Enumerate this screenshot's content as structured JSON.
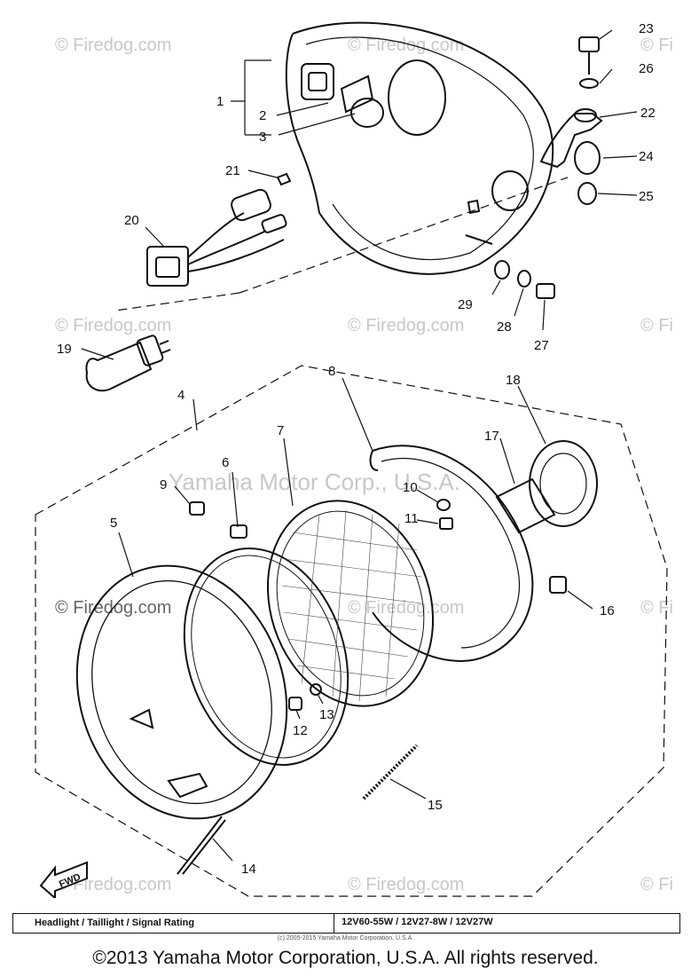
{
  "watermarks": [
    "© Firedog.com",
    "© Firedog.com",
    "© Fi",
    "© Firedog.com",
    "© Firedog.com",
    "© Fi",
    "© Firedog.com",
    "© Firedog.com",
    "© Fi",
    "© Firedog.com",
    "© Firedog.com",
    "© Fi",
    "Yamaha Motor Corp., U.S.A."
  ],
  "callouts": [
    "1",
    "2",
    "3",
    "4",
    "5",
    "6",
    "7",
    "8",
    "9",
    "10",
    "11",
    "12",
    "13",
    "14",
    "15",
    "16",
    "17",
    "18",
    "19",
    "20",
    "21",
    "22",
    "23",
    "24",
    "25",
    "26",
    "27",
    "28",
    "29"
  ],
  "fwd_label": "FWD",
  "rating_table": {
    "label": "Headlight / Taillight / Signal Rating",
    "value": "12V60-55W / 12V27-8W / 12V27W"
  },
  "small_copyright": "(c) 2005-2015 Yamaha Motor Corporation, U.S.A.",
  "copyright": "©2013 Yamaha Motor Corporation, U.S.A. All rights reserved."
}
